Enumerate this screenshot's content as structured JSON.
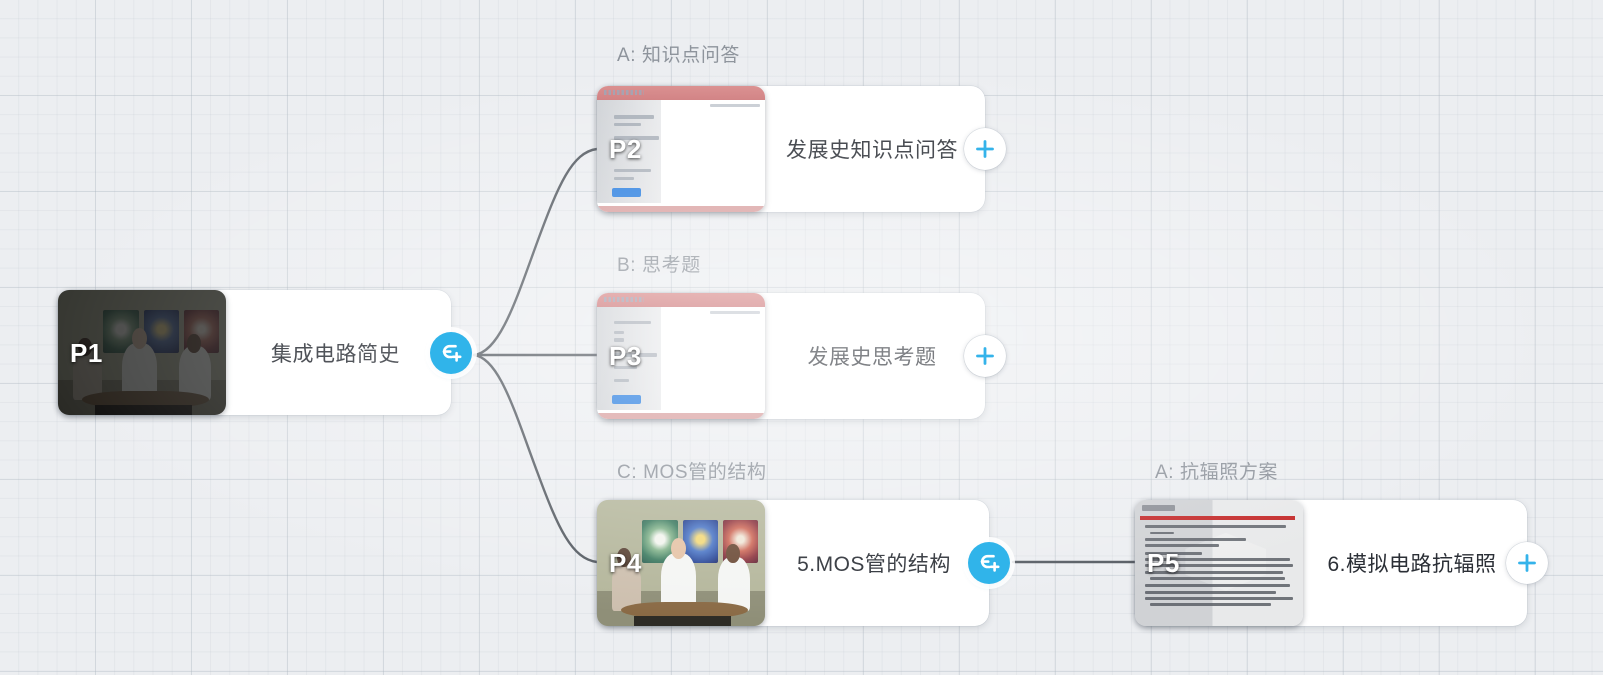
{
  "app": {
    "background_color": "#eceef1",
    "accent_color": "#30b4ea",
    "plus_color": "#34b3ea",
    "edge_color": "#555b62",
    "caption_color": "#8e949c",
    "title_color": "#2b2f36"
  },
  "nodes": [
    {
      "id": "p1",
      "page_label": "P1",
      "title": "集成电路简史",
      "caption": "",
      "thumb_kind": "video-room-dimmed",
      "action": "branch",
      "action_icon": "add-branch-icon"
    },
    {
      "id": "p2",
      "page_label": "P2",
      "title": "发展史知识点问答",
      "caption": "A: 知识点问答",
      "thumb_kind": "web-page",
      "action": "plus",
      "action_icon": "plus-icon"
    },
    {
      "id": "p3",
      "page_label": "P3",
      "title": "发展史思考题",
      "caption": "B: 思考题",
      "thumb_kind": "web-page",
      "action": "plus",
      "action_icon": "plus-icon"
    },
    {
      "id": "p4",
      "page_label": "P4",
      "title": "5.MOS管的结构",
      "caption": "C: MOS管的结构",
      "thumb_kind": "video-room",
      "action": "branch",
      "action_icon": "add-branch-icon"
    },
    {
      "id": "p5",
      "page_label": "P5",
      "title": "6.模拟电路抗辐照",
      "caption": "A: 抗辐照方案",
      "thumb_kind": "document",
      "action": "plus",
      "action_icon": "plus-icon"
    }
  ],
  "edges": [
    {
      "from": "p1",
      "to": "p2"
    },
    {
      "from": "p1",
      "to": "p3"
    },
    {
      "from": "p1",
      "to": "p4"
    },
    {
      "from": "p4",
      "to": "p5"
    }
  ]
}
